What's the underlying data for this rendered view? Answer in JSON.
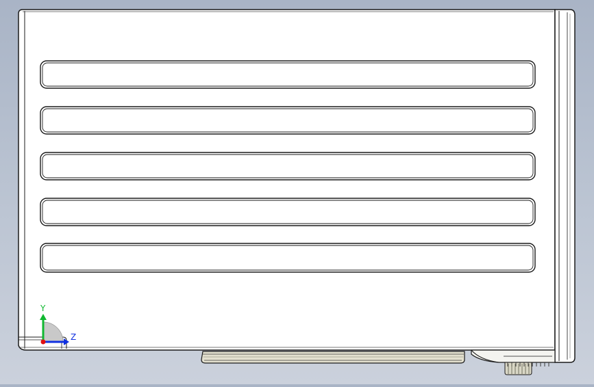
{
  "viewport": {
    "background_top": "#a9b4c6",
    "background_bottom": "#cbd1dc",
    "model_color": "#ffffff",
    "edge_color": "#1a1a1a",
    "base_color": "#e3e0cf"
  },
  "triad": {
    "y_label": "Y",
    "z_label": "Z",
    "y_color": "#10b830",
    "z_color": "#1030e0",
    "origin_color": "#e01010"
  },
  "model": {
    "vent_slots": 5
  }
}
